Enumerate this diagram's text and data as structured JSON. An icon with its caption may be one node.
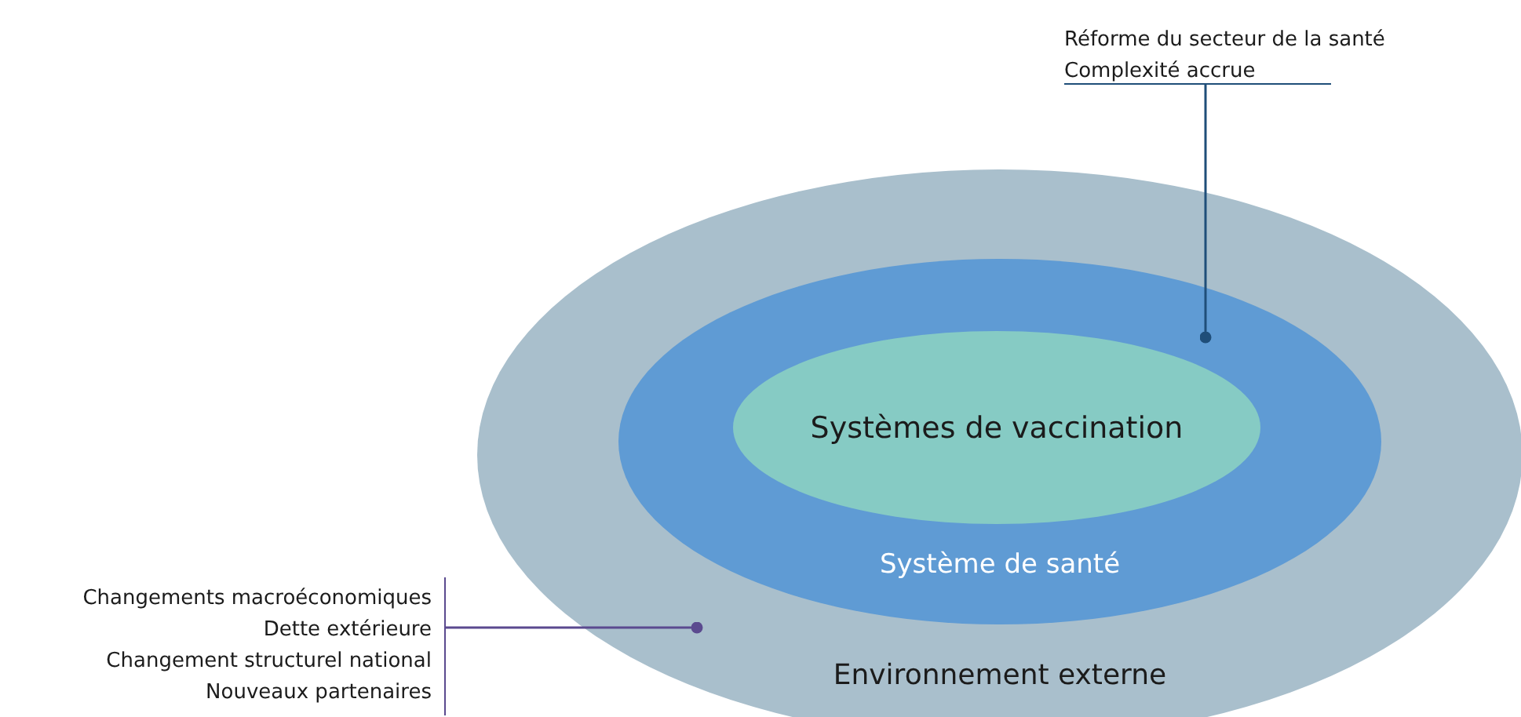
{
  "diagram": {
    "nodes": [
      {
        "text": [
          "Environnement externe"
        ]
      },
      {
        "text": [
          "Système de santé"
        ],
        "in": 0
      },
      {
        "text": [
          "Systèmes de vaccination"
        ],
        "in": 1
      },
      {
        "text": [
          "Réforme du secteur de la santé",
          "Complexité accrue"
        ]
      },
      {
        "text": [
          "Changements macroéconomiques",
          "Dette extérieure",
          "Changement structurel national",
          "Nouveaux partenaires"
        ]
      }
    ],
    "edges": [
      {
        "from": 3,
        "to": 1,
        "arrow": "other",
        "color": "#1f4e79"
      },
      {
        "from": 4,
        "to": 0,
        "arrow": "other",
        "color": "#5b4a8f"
      }
    ]
  }
}
